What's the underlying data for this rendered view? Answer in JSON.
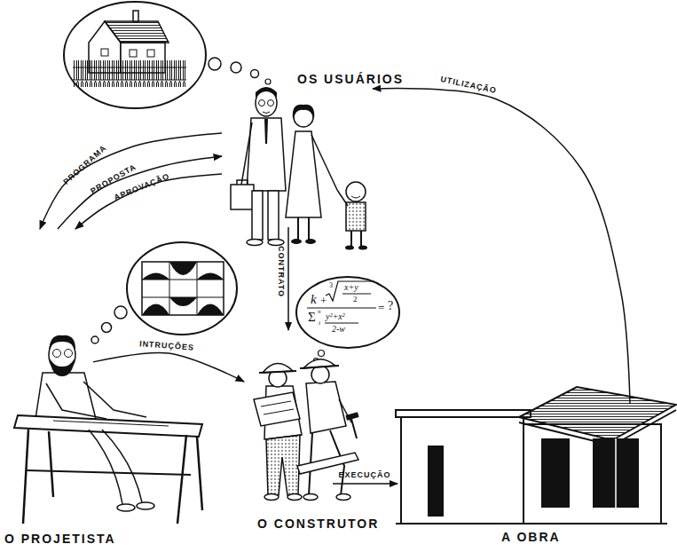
{
  "diagram": {
    "nodes": [
      {
        "text": [
          "OS USUÁRIOS"
        ]
      },
      {
        "text": [
          "O PROJETISTA"
        ]
      },
      {
        "text": [
          "O CONSTRUTOR"
        ]
      },
      {
        "text": [
          "A OBRA"
        ]
      }
    ],
    "edges": [
      {
        "from": 0,
        "to": 1,
        "label": "PROGRAMA",
        "arrow": "to"
      },
      {
        "from": 1,
        "to": 0,
        "label": "PROPOSTA",
        "arrow": "to"
      },
      {
        "from": 0,
        "to": 1,
        "label": "APROVAÇÃO",
        "arrow": "to"
      },
      {
        "from": 0,
        "to": 2,
        "label": "CONTRATO",
        "arrow": "to"
      },
      {
        "from": 1,
        "to": 2,
        "label": "INTRUÇÕES",
        "arrow": "to"
      },
      {
        "from": 2,
        "to": 3,
        "label": "EXECUÇÃO",
        "arrow": "to"
      },
      {
        "from": 3,
        "to": 0,
        "label": "UTILIZAÇÃO",
        "arrow": "to"
      }
    ],
    "labels": [
      "k",
      "+",
      "3",
      "x+y",
      "2",
      "Σ",
      "n",
      "i",
      "y²+x²",
      "2-w",
      "=",
      "?"
    ]
  }
}
